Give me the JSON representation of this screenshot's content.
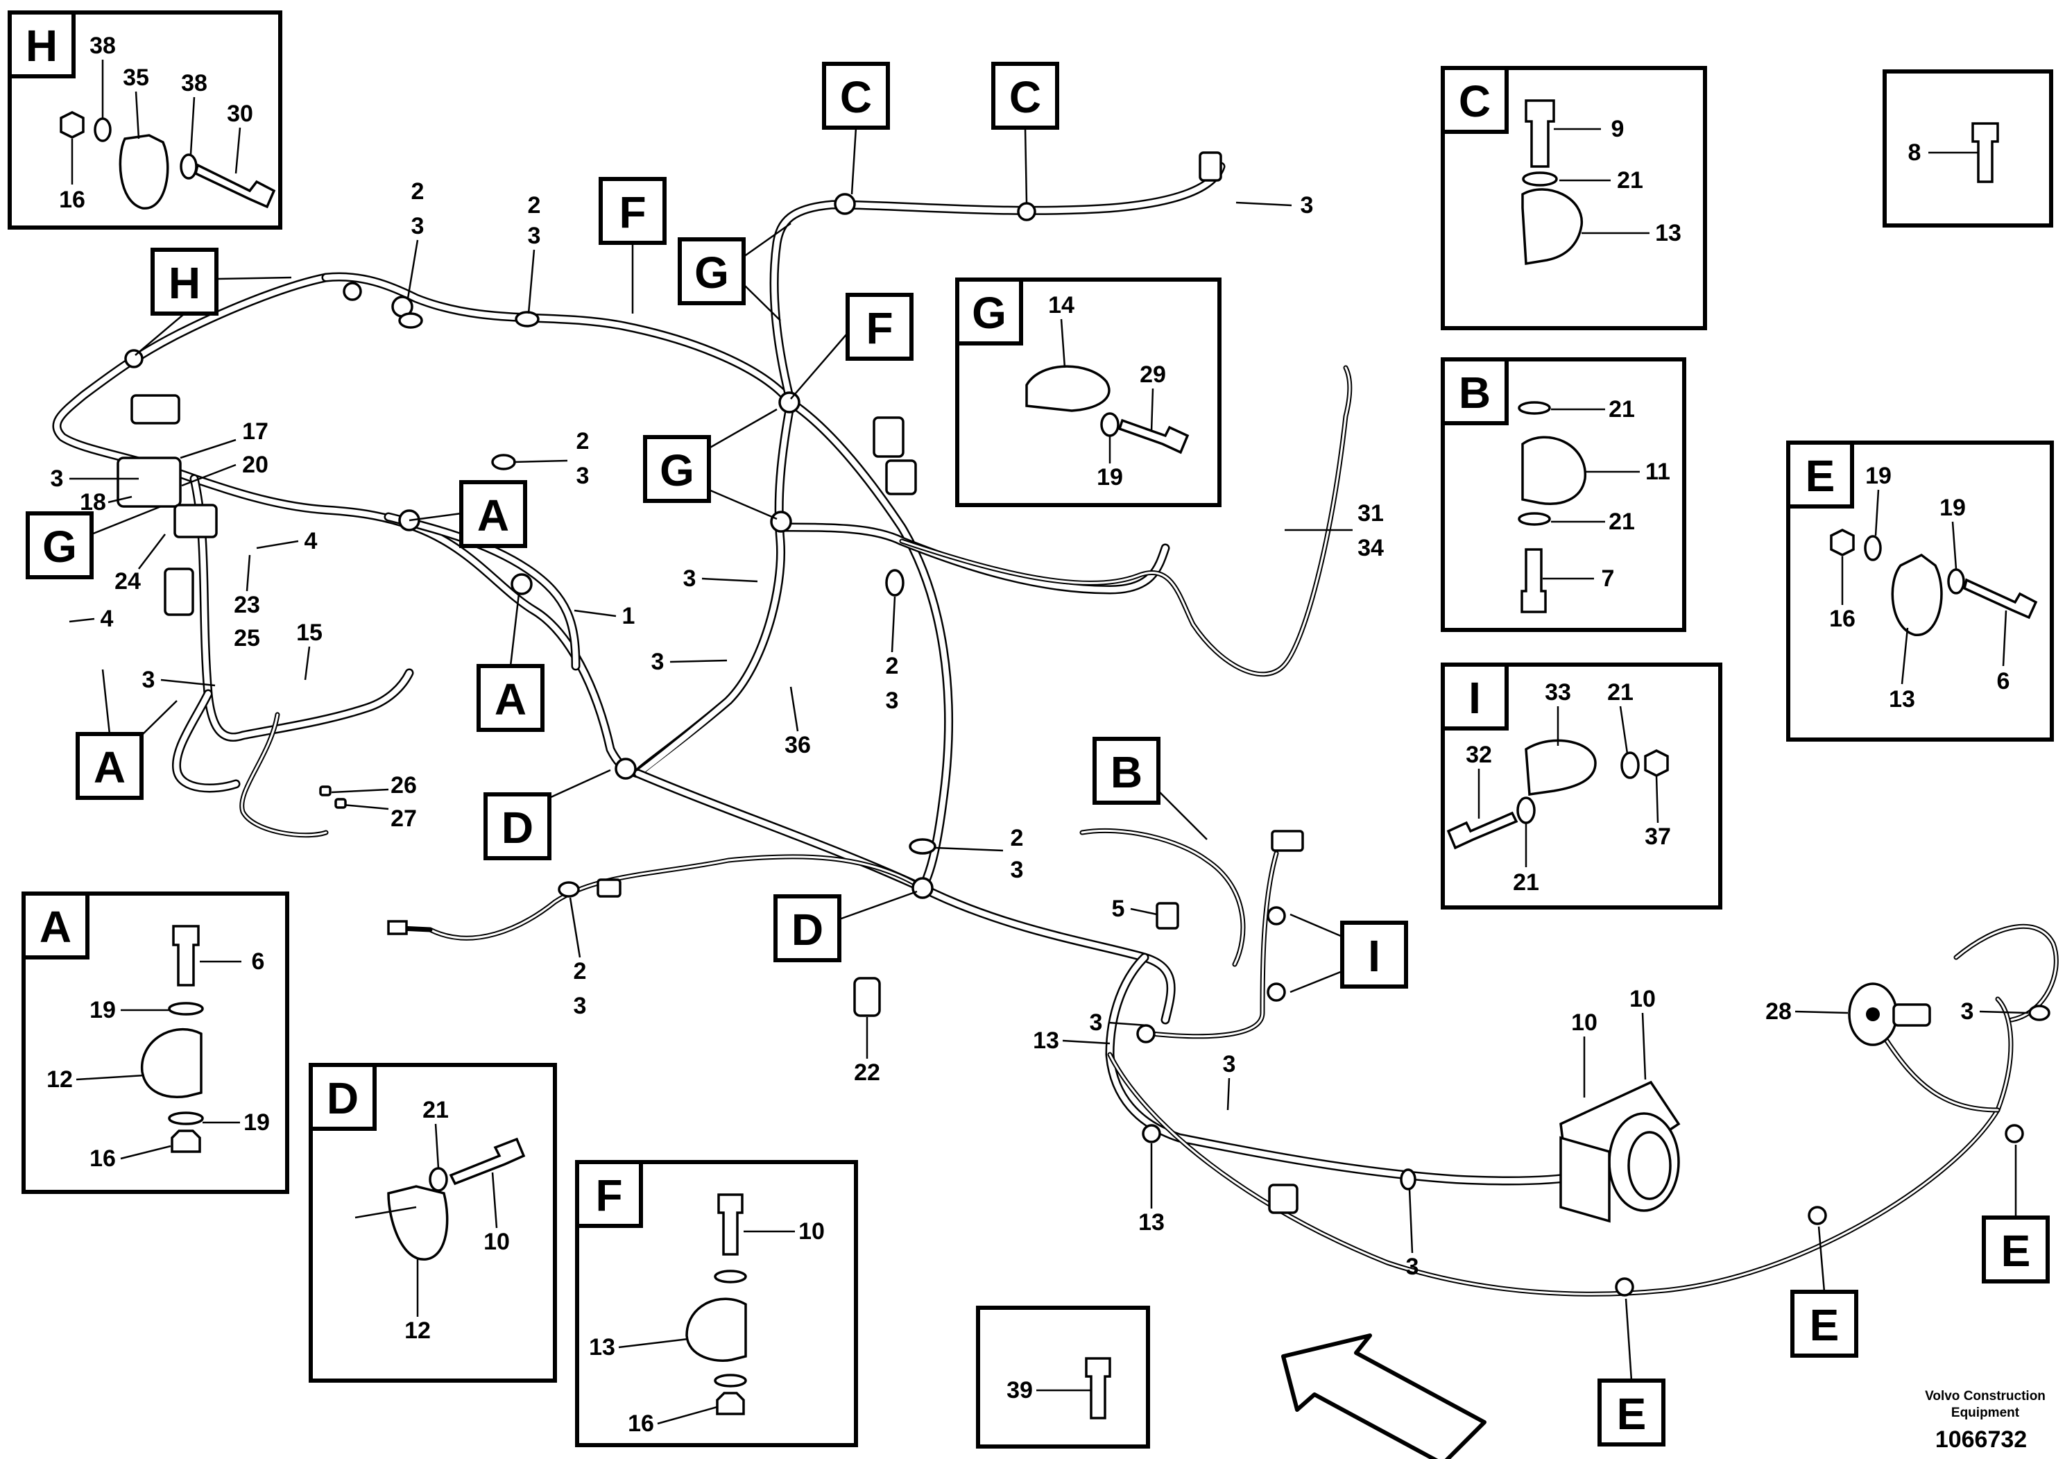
{
  "detail_boxes": {
    "H": {
      "letter": "H",
      "callouts": [
        "38",
        "35",
        "38",
        "30",
        "16"
      ]
    },
    "C": {
      "letter": "C",
      "callouts": [
        "9",
        "21",
        "13"
      ]
    },
    "B": {
      "letter": "B",
      "callouts": [
        "21",
        "11",
        "21",
        "7"
      ]
    },
    "E": {
      "letter": "E",
      "callouts": [
        "19",
        "19",
        "16",
        "13",
        "6"
      ]
    },
    "I": {
      "letter": "I",
      "callouts": [
        "33",
        "21",
        "32",
        "37",
        "21"
      ]
    },
    "G": {
      "letter": "G",
      "callouts": [
        "14",
        "29",
        "19"
      ]
    },
    "A": {
      "letter": "A",
      "callouts": [
        "6",
        "19",
        "12",
        "19",
        "16"
      ]
    },
    "D": {
      "letter": "D",
      "callouts": [
        "21",
        "10",
        "12"
      ]
    },
    "F": {
      "letter": "F",
      "callouts": [
        "10",
        "13",
        "16"
      ]
    },
    "bolt8": {
      "callouts": [
        "8"
      ]
    },
    "bolt39": {
      "callouts": [
        "39"
      ]
    }
  },
  "view_tags": [
    "H",
    "H",
    "G",
    "A",
    "A",
    "A",
    "D",
    "C",
    "C",
    "F",
    "F",
    "G",
    "G",
    "G",
    "D",
    "B",
    "I",
    "E",
    "E",
    "E"
  ],
  "main_callouts": [
    "2",
    "3",
    "2",
    "3",
    "17",
    "20",
    "3",
    "18",
    "2",
    "3",
    "4",
    "24",
    "23",
    "25",
    "4",
    "15",
    "3",
    "1",
    "26",
    "27",
    "3",
    "3",
    "36",
    "2",
    "3",
    "2",
    "3",
    "2",
    "3",
    "22",
    "5",
    "3",
    "13",
    "13",
    "3",
    "3",
    "31",
    "34",
    "10",
    "10",
    "28",
    "3"
  ],
  "footer": {
    "brand_line1": "Volvo Construction",
    "brand_line2": "Equipment",
    "doc_number": "1066732"
  }
}
